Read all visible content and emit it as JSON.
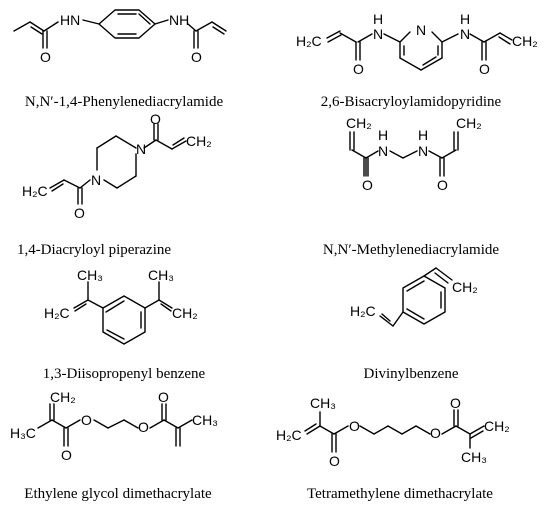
{
  "compounds": [
    {
      "name": "N,N′-1,4-Phenylenediacrylamide",
      "atoms": {
        "nh_left": "HN",
        "nh_right": "NH",
        "o_left": "O",
        "o_right": "O"
      }
    },
    {
      "name": "2,6-Bisacryloylamidopyridine",
      "atoms": {
        "h_left": "H",
        "n_left": "N",
        "n_ring": "N",
        "h_right": "H",
        "n_right": "N",
        "ch2_left": "H₂C",
        "ch2_right": "CH₂",
        "o_left": "O",
        "o_right": "O"
      }
    },
    {
      "name": "1,4-Diacryloyl piperazine",
      "atoms": {
        "n_top": "N",
        "n_bottom": "N",
        "o_top": "O",
        "o_bottom": "O",
        "ch2_top": "CH₂",
        "ch2_bottom": "H₂C"
      }
    },
    {
      "name": "N,N′-Methylenediacrylamide",
      "atoms": {
        "ch2_left": "CH₂",
        "ch2_right": "CH₂",
        "h_left": "H",
        "n_left": "N",
        "h_right": "H",
        "n_right": "N",
        "o_left": "O",
        "o_right": "O"
      }
    },
    {
      "name": "1,3-Diisopropenyl benzene",
      "atoms": {
        "ch3_left": "CH₃",
        "ch3_right": "CH₃",
        "ch2_left": "H₂C",
        "ch2_right": "CH₂"
      }
    },
    {
      "name": "Divinylbenzene",
      "atoms": {
        "ch2_right": "CH₂",
        "ch2_left": "H₂C"
      }
    },
    {
      "name": "Ethylene glycol dimethacrylate",
      "atoms": {
        "ch2": "CH₂",
        "ch3_left": "H₃C",
        "o1": "O",
        "o2": "O",
        "o3": "O",
        "o4": "O",
        "ch3_right": "CH₃"
      }
    },
    {
      "name": "Tetramethylene dimethacrylate",
      "atoms": {
        "ch3_left": "CH₃",
        "ch2_left": "H₂C",
        "o1": "O",
        "o2": "O",
        "o3": "O",
        "o4": "O",
        "ch2_right": "CH₂",
        "ch3_right": "CH₃"
      }
    }
  ]
}
